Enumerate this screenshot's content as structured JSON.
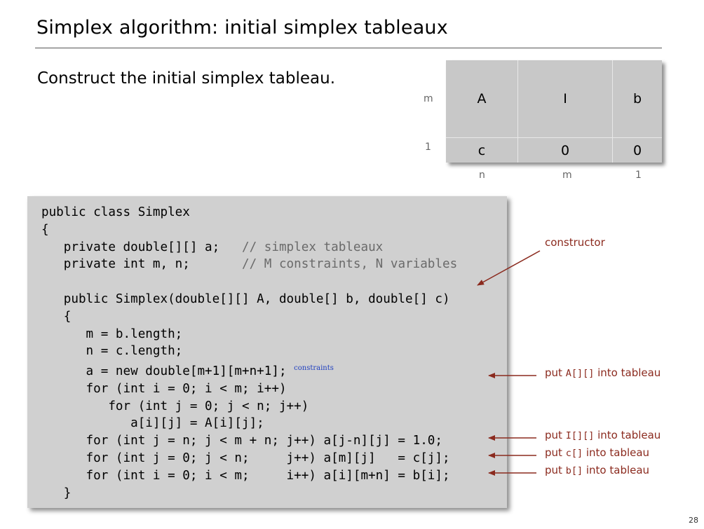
{
  "slide": {
    "title": "Simplex algorithm: initial simplex tableaux",
    "subtitle": "Construct the initial simplex tableau.",
    "page_number": "28"
  },
  "tableau": {
    "row_labels": [
      "m",
      "1"
    ],
    "col_labels": [
      "n",
      "m",
      "1"
    ],
    "top_row": [
      "A",
      "I",
      "b"
    ],
    "bottom_row": [
      "c",
      "0",
      "0"
    ]
  },
  "code": {
    "lines": [
      "public class Simplex",
      "{",
      "   private double[][] a;   ",
      "   private int m, n;       ",
      "",
      "   public Simplex(double[][] A, double[] b, double[] c)",
      "   {",
      "      m = b.length;",
      "      n = c.length;",
      "      a = new double[m+1][m+n+1]; ",
      "      for (int i = 0; i < m; i++)",
      "         for (int j = 0; j < n; j++)",
      "            a[i][j] = A[i][j];",
      "      for (int j = n; j < m + n; j++) a[j-n][j] = 1.0;",
      "      for (int j = 0; j < n;     j++) a[m][j]   = c[j];",
      "      for (int i = 0; i < m;     i++) a[i][m+n] = b[i];",
      "   }"
    ],
    "comment_1": "// simplex tableaux",
    "comment_2": "// M constraints, N variables",
    "tiny_note": "constraints"
  },
  "annotations": {
    "constructor": "constructor",
    "put": "put",
    "into_tableau": "into tableau",
    "a_code": "A[][]",
    "i_code": "I[][]",
    "c_code": "c[]",
    "b_code": "b[]"
  },
  "colors": {
    "annotation": "#8b2a1e",
    "comment": "#6a6a6a",
    "tiny_note": "#1f3fbf",
    "box": "#d0d0d0"
  }
}
